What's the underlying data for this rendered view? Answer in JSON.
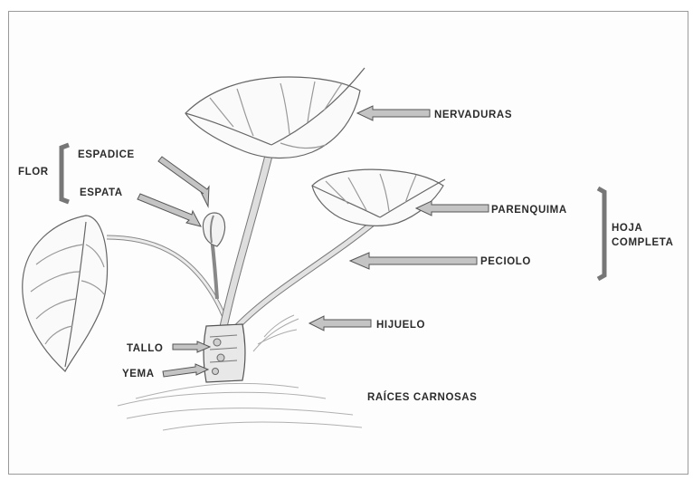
{
  "labels": {
    "nervaduras": "NERVADURAS",
    "flor": "FLOR",
    "espadice": "ESPADICE",
    "espata": "ESPATA",
    "parenquima": "PARENQUIMA",
    "hoja": "HOJA",
    "completa": "COMPLETA",
    "peciolo": "PECIOLO",
    "hijuelo": "HIJUELO",
    "tallo": "TALLO",
    "yema": "YEMA",
    "raices": "RAÍCES CARNOSAS"
  },
  "colors": {
    "line": "#555555",
    "arrow_fill": "#bcbcbc",
    "bracket": "#777777"
  }
}
